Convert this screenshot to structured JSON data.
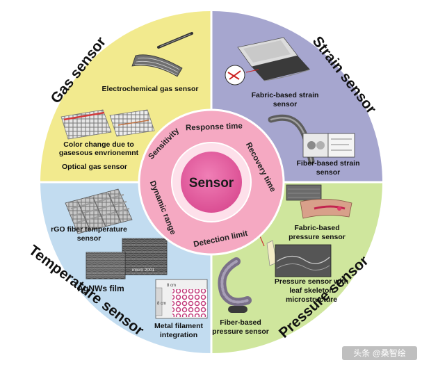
{
  "center": {
    "label": "Sensor"
  },
  "ring_labels": {
    "sensitivity": "Sensitivity",
    "response_time": "Response time",
    "recovery_time": "Recovery time",
    "detection_limit": "Detection limit",
    "dynamic_range": "Dynamic range"
  },
  "quadrants": {
    "gas": {
      "title": "Gas sensor",
      "color": "#f2ea8e",
      "items": {
        "electrochemical": "Electrochemical gas sensor",
        "color_change_1": "Color change due to",
        "color_change_2": "gasesous envrionemnt",
        "optical": "Optical gas sensor"
      }
    },
    "strain": {
      "title": "Strain sensor",
      "color": "#a6a6cf",
      "items": {
        "fabric_1": "Fabric-based strain",
        "fabric_2": "sensor",
        "fiber_1": "Fiber-based strain",
        "fiber_2": "sensor"
      }
    },
    "temperature": {
      "title": "Temperature sensor",
      "color": "#c2dcf0",
      "items": {
        "rgo_1": "rGO fiber temperature",
        "rgo_2": "sensor",
        "agnws": "AgNWs film",
        "metal_1": "Metal filament",
        "metal_2": "integration"
      }
    },
    "pressure": {
      "title": "Pressure sensor",
      "color": "#cfe69d",
      "items": {
        "fabric_1": "Fabric-based",
        "fabric_2": "pressure sensor",
        "leaf_1": "Pressure sensor with",
        "leaf_2": "leaf skeleton",
        "leaf_3": "microstructure",
        "fiber_1": "Fiber-based",
        "fiber_2": "pressure sensor"
      }
    }
  },
  "inset_labels": {
    "scale_top": "8 cm",
    "scale_side": "8 cm",
    "sem_mark": "micro 2001"
  },
  "watermark": "头条 @桑智绘",
  "colors": {
    "ring_outer": "#f5a9c2",
    "ring_inner": "#fde0ea",
    "center_fill": "#e35a9c",
    "divider": "#ffffff"
  }
}
